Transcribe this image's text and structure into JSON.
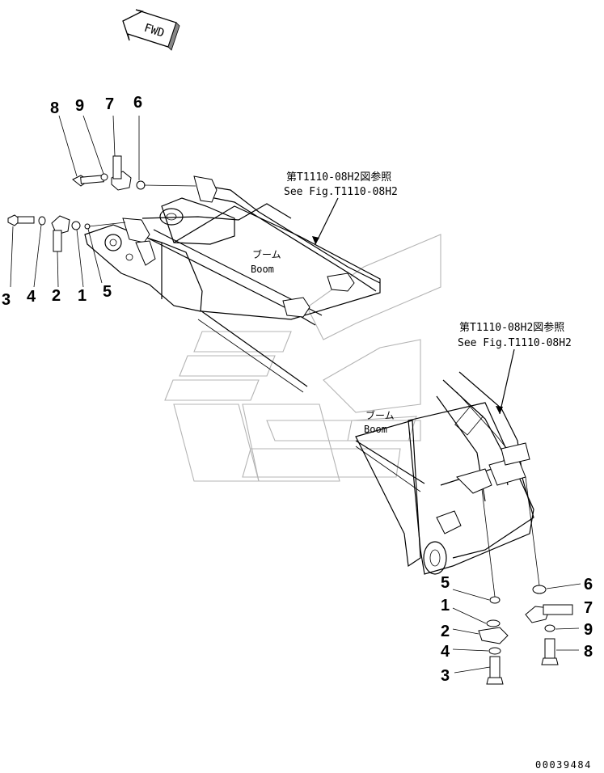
{
  "orientation": {
    "label": "FWD"
  },
  "references": {
    "upper": {
      "jp": "第T1110-08H2図参照",
      "en": "See Fig.T1110-08H2"
    },
    "lower": {
      "jp": "第T1110-08H2図参照",
      "en": "See Fig.T1110-08H2"
    }
  },
  "components": {
    "upper": {
      "jp": "ブーム",
      "en": "Boom"
    },
    "lower": {
      "jp": "ブーム",
      "en": "Boom"
    }
  },
  "callouts_left": [
    "8",
    "9",
    "7",
    "6",
    "3",
    "4",
    "2",
    "1",
    "5"
  ],
  "callouts_right": [
    "5",
    "1",
    "2",
    "4",
    "3",
    "6",
    "7",
    "9",
    "8"
  ],
  "drawing_number": "00039484"
}
